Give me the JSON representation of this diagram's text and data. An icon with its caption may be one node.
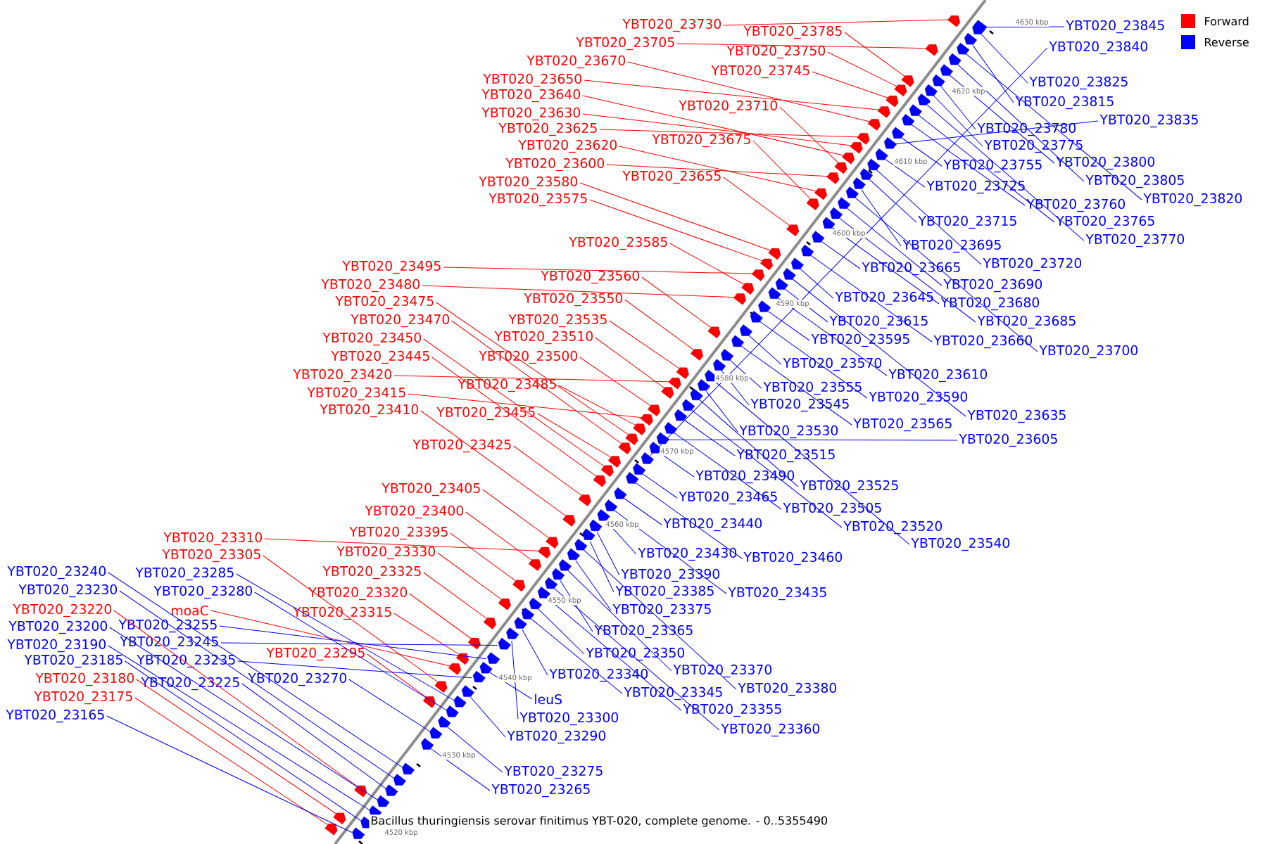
{
  "diagram": {
    "caption": "Bacillus thuringiensis serovar finitimus YBT-020, complete genome. - 0..5355490",
    "nodes": [
      {
        "text": [
          "YBT020_23730"
        ]
      },
      {
        "text": [
          "YBT020_23785"
        ]
      },
      {
        "text": [
          "YBT020_23705"
        ]
      },
      {
        "text": [
          "YBT020_23750"
        ]
      },
      {
        "text": [
          "YBT020_23670"
        ]
      },
      {
        "text": [
          "YBT020_23745"
        ]
      },
      {
        "text": [
          "YBT020_23650"
        ]
      },
      {
        "text": [
          "YBT020_23640"
        ]
      },
      {
        "text": [
          "YBT020_23710"
        ]
      },
      {
        "text": [
          "YBT020_23630"
        ]
      },
      {
        "text": [
          "YBT020_23625"
        ]
      },
      {
        "text": [
          "YBT020_23675"
        ]
      },
      {
        "text": [
          "YBT020_23620"
        ]
      },
      {
        "text": [
          "YBT020_23600"
        ]
      },
      {
        "text": [
          "YBT020_23655"
        ]
      },
      {
        "text": [
          "YBT020_23580"
        ]
      },
      {
        "text": [
          "YBT020_23575"
        ]
      },
      {
        "text": [
          "YBT020_23585"
        ]
      },
      {
        "text": [
          "YBT020_23495"
        ]
      },
      {
        "text": [
          "YBT020_23560"
        ]
      },
      {
        "text": [
          "YBT020_23480"
        ]
      },
      {
        "text": [
          "YBT020_23550"
        ]
      },
      {
        "text": [
          "YBT020_23475"
        ]
      },
      {
        "text": [
          "YBT020_23535"
        ]
      },
      {
        "text": [
          "YBT020_23470"
        ]
      },
      {
        "text": [
          "YBT020_23510"
        ]
      },
      {
        "text": [
          "YBT020_23450"
        ]
      },
      {
        "text": [
          "YBT020_23500"
        ]
      },
      {
        "text": [
          "YBT020_23445"
        ]
      },
      {
        "text": [
          "YBT020_23420"
        ]
      },
      {
        "text": [
          "YBT020_23485"
        ]
      },
      {
        "text": [
          "YBT020_23415"
        ]
      },
      {
        "text": [
          "YBT020_23410"
        ]
      },
      {
        "text": [
          "YBT020_23455"
        ]
      },
      {
        "text": [
          "YBT020_23425"
        ]
      },
      {
        "text": [
          "YBT020_23405"
        ]
      },
      {
        "text": [
          "YBT020_23400"
        ]
      },
      {
        "text": [
          "YBT020_23395"
        ]
      },
      {
        "text": [
          "YBT020_23310"
        ]
      },
      {
        "text": [
          "YBT020_23330"
        ]
      },
      {
        "text": [
          "YBT020_23305"
        ]
      },
      {
        "text": [
          "YBT020_23325"
        ]
      },
      {
        "text": [
          "YBT020_23220"
        ]
      },
      {
        "text": [
          "moaC"
        ]
      },
      {
        "text": [
          "YBT020_23320"
        ]
      },
      {
        "text": [
          "YBT020_23315"
        ]
      },
      {
        "text": [
          "YBT020_23295"
        ]
      },
      {
        "text": [
          "YBT020_23180"
        ]
      },
      {
        "text": [
          "YBT020_23175"
        ]
      },
      {
        "text": [
          "YBT020_23845"
        ]
      },
      {
        "text": [
          "YBT020_23840"
        ]
      },
      {
        "text": [
          "YBT020_23825"
        ]
      },
      {
        "text": [
          "YBT020_23815"
        ]
      },
      {
        "text": [
          "YBT020_23835"
        ]
      },
      {
        "text": [
          "YBT020_23780"
        ]
      },
      {
        "text": [
          "YBT020_23775"
        ]
      },
      {
        "text": [
          "YBT020_23800"
        ]
      },
      {
        "text": [
          "YBT020_23755"
        ]
      },
      {
        "text": [
          "YBT020_23725"
        ]
      },
      {
        "text": [
          "YBT020_23805"
        ]
      },
      {
        "text": [
          "YBT020_23820"
        ]
      },
      {
        "text": [
          "YBT020_23760"
        ]
      },
      {
        "text": [
          "YBT020_23715"
        ]
      },
      {
        "text": [
          "YBT020_23765"
        ]
      },
      {
        "text": [
          "YBT020_23770"
        ]
      },
      {
        "text": [
          "YBT020_23695"
        ]
      },
      {
        "text": [
          "YBT020_23720"
        ]
      },
      {
        "text": [
          "YBT020_23665"
        ]
      },
      {
        "text": [
          "YBT020_23690"
        ]
      },
      {
        "text": [
          "YBT020_23645"
        ]
      },
      {
        "text": [
          "YBT020_23680"
        ]
      },
      {
        "text": [
          "YBT020_23615"
        ]
      },
      {
        "text": [
          "YBT020_23685"
        ]
      },
      {
        "text": [
          "YBT020_23595"
        ]
      },
      {
        "text": [
          "YBT020_23660"
        ]
      },
      {
        "text": [
          "YBT020_23700"
        ]
      },
      {
        "text": [
          "YBT020_23570"
        ]
      },
      {
        "text": [
          "YBT020_23610"
        ]
      },
      {
        "text": [
          "YBT020_23555"
        ]
      },
      {
        "text": [
          "YBT020_23590"
        ]
      },
      {
        "text": [
          "YBT020_23545"
        ]
      },
      {
        "text": [
          "YBT020_23635"
        ]
      },
      {
        "text": [
          "YBT020_23565"
        ]
      },
      {
        "text": [
          "YBT020_23530"
        ]
      },
      {
        "text": [
          "YBT020_23605"
        ]
      },
      {
        "text": [
          "YBT020_23515"
        ]
      },
      {
        "text": [
          "YBT020_23490"
        ]
      },
      {
        "text": [
          "YBT020_23525"
        ]
      },
      {
        "text": [
          "YBT020_23465"
        ]
      },
      {
        "text": [
          "YBT020_23505"
        ]
      },
      {
        "text": [
          "YBT020_23440"
        ]
      },
      {
        "text": [
          "YBT020_23520"
        ]
      },
      {
        "text": [
          "YBT020_23540"
        ]
      },
      {
        "text": [
          "YBT020_23430"
        ]
      },
      {
        "text": [
          "YBT020_23460"
        ]
      },
      {
        "text": [
          "YBT020_23390"
        ]
      },
      {
        "text": [
          "YBT020_23385"
        ]
      },
      {
        "text": [
          "YBT020_23435"
        ]
      },
      {
        "text": [
          "YBT020_23375"
        ]
      },
      {
        "text": [
          "YBT020_23365"
        ]
      },
      {
        "text": [
          "YBT020_23350"
        ]
      },
      {
        "text": [
          "YBT020_23370"
        ]
      },
      {
        "text": [
          "YBT020_23340"
        ]
      },
      {
        "text": [
          "YBT020_23380"
        ]
      },
      {
        "text": [
          "YBT020_23345"
        ]
      },
      {
        "text": [
          "leuS"
        ]
      },
      {
        "text": [
          "YBT020_23355"
        ]
      },
      {
        "text": [
          "YBT020_23300"
        ]
      },
      {
        "text": [
          "YBT020_23360"
        ]
      },
      {
        "text": [
          "YBT020_23290"
        ]
      },
      {
        "text": [
          "YBT020_23275"
        ]
      },
      {
        "text": [
          "YBT020_23265"
        ]
      },
      {
        "text": [
          "YBT020_23240"
        ]
      },
      {
        "text": [
          "YBT020_23230"
        ]
      },
      {
        "text": [
          "YBT020_23285"
        ]
      },
      {
        "text": [
          "YBT020_23280"
        ]
      },
      {
        "text": [
          "YBT020_23200"
        ]
      },
      {
        "text": [
          "YBT020_23255"
        ]
      },
      {
        "text": [
          "YBT020_23190"
        ]
      },
      {
        "text": [
          "YBT020_23245"
        ]
      },
      {
        "text": [
          "YBT020_23185"
        ]
      },
      {
        "text": [
          "YBT020_23235"
        ]
      },
      {
        "text": [
          "YBT020_23225"
        ]
      },
      {
        "text": [
          "YBT020_23270"
        ]
      },
      {
        "text": [
          "YBT020_23165"
        ]
      },
      {
        "text": [],
        "shape": "pentagon"
      },
      {
        "text": [],
        "shape": "pentagon"
      },
      {
        "text": [],
        "shape": "pentagon"
      },
      {
        "text": [],
        "shape": "pentagon"
      },
      {
        "text": [],
        "shape": "pentagon"
      },
      {
        "text": [],
        "shape": "pentagon"
      },
      {
        "text": [],
        "shape": "pentagon"
      },
      {
        "text": [],
        "shape": "pentagon"
      },
      {
        "text": [],
        "shape": "pentagon"
      },
      {
        "text": [],
        "shape": "pentagon"
      },
      {
        "text": [],
        "shape": "pentagon"
      },
      {
        "text": [],
        "shape": "pentagon"
      },
      {
        "text": [],
        "shape": "pentagon"
      },
      {
        "text": [],
        "shape": "pentagon"
      },
      {
        "text": [],
        "shape": "pentagon"
      },
      {
        "text": [],
        "shape": "pentagon"
      },
      {
        "text": [],
        "shape": "pentagon"
      },
      {
        "text": [],
        "shape": "pentagon"
      },
      {
        "text": [],
        "shape": "pentagon"
      },
      {
        "text": [],
        "shape": "pentagon"
      },
      {
        "text": [],
        "shape": "pentagon"
      },
      {
        "text": [],
        "shape": "pentagon"
      },
      {
        "text": [],
        "shape": "pentagon"
      },
      {
        "text": [],
        "shape": "pentagon"
      },
      {
        "text": [],
        "shape": "pentagon"
      },
      {
        "text": [],
        "shape": "pentagon"
      },
      {
        "text": [],
        "shape": "pentagon"
      },
      {
        "text": [],
        "shape": "pentagon"
      },
      {
        "text": [],
        "shape": "pentagon"
      },
      {
        "text": [],
        "shape": "pentagon"
      },
      {
        "text": [],
        "shape": "pentagon"
      },
      {
        "text": [],
        "shape": "pentagon"
      },
      {
        "text": [],
        "shape": "pentagon"
      },
      {
        "text": [],
        "shape": "pentagon"
      },
      {
        "text": [],
        "shape": "pentagon"
      },
      {
        "text": [],
        "shape": "pentagon"
      },
      {
        "text": [],
        "shape": "pentagon"
      },
      {
        "text": [],
        "shape": "pentagon"
      },
      {
        "text": [],
        "shape": "pentagon"
      },
      {
        "text": [],
        "shape": "pentagon"
      },
      {
        "text": [],
        "shape": "pentagon"
      },
      {
        "text": [],
        "shape": "pentagon"
      },
      {
        "text": [],
        "shape": "pentagon"
      },
      {
        "text": [],
        "shape": "pentagon"
      },
      {
        "text": [],
        "shape": "pentagon"
      },
      {
        "text": [],
        "shape": "pentagon"
      },
      {
        "text": [],
        "shape": "pentagon"
      },
      {
        "text": [],
        "shape": "pentagon"
      },
      {
        "text": [],
        "shape": "pentagon"
      },
      {
        "text": [],
        "shape": "pentagon"
      },
      {
        "text": [],
        "shape": "pentagon"
      },
      {
        "text": [],
        "shape": "pentagon"
      },
      {
        "text": [],
        "shape": "pentagon"
      },
      {
        "text": [],
        "shape": "pentagon"
      },
      {
        "text": [],
        "shape": "pentagon"
      },
      {
        "text": [],
        "shape": "pentagon"
      },
      {
        "text": [],
        "shape": "pentagon"
      },
      {
        "text": [],
        "shape": "pentagon"
      },
      {
        "text": [],
        "shape": "pentagon"
      },
      {
        "text": [],
        "shape": "pentagon"
      },
      {
        "text": [],
        "shape": "pentagon"
      },
      {
        "text": [],
        "shape": "pentagon"
      },
      {
        "text": [],
        "shape": "pentagon"
      },
      {
        "text": [],
        "shape": "pentagon"
      },
      {
        "text": [],
        "shape": "pentagon"
      },
      {
        "text": [],
        "shape": "pentagon"
      },
      {
        "text": [],
        "shape": "pentagon"
      },
      {
        "text": [],
        "shape": "pentagon"
      },
      {
        "text": [],
        "shape": "pentagon"
      },
      {
        "text": [],
        "shape": "pentagon"
      },
      {
        "text": [],
        "shape": "pentagon"
      },
      {
        "text": [],
        "shape": "pentagon"
      },
      {
        "text": [],
        "shape": "pentagon"
      },
      {
        "text": [],
        "shape": "pentagon"
      },
      {
        "text": [],
        "shape": "pentagon"
      },
      {
        "text": [],
        "shape": "pentagon"
      },
      {
        "text": [],
        "shape": "pentagon"
      },
      {
        "text": [],
        "shape": "pentagon"
      },
      {
        "text": [],
        "shape": "pentagon"
      },
      {
        "text": [],
        "shape": "pentagon"
      },
      {
        "text": [],
        "shape": "pentagon"
      },
      {
        "text": [],
        "shape": "pentagon"
      },
      {
        "text": [],
        "shape": "pentagon"
      },
      {
        "text": [],
        "shape": "pentagon"
      },
      {
        "text": [],
        "shape": "pentagon"
      },
      {
        "text": [],
        "shape": "pentagon"
      },
      {
        "text": [],
        "shape": "pentagon"
      },
      {
        "text": [],
        "shape": "pentagon"
      },
      {
        "text": [],
        "shape": "pentagon"
      },
      {
        "text": [],
        "shape": "pentagon"
      },
      {
        "text": [],
        "shape": "pentagon"
      },
      {
        "text": [],
        "shape": "pentagon"
      },
      {
        "text": [],
        "shape": "pentagon"
      },
      {
        "text": [],
        "shape": "pentagon"
      },
      {
        "text": [],
        "shape": "pentagon"
      },
      {
        "text": [],
        "shape": "pentagon"
      },
      {
        "text": [],
        "shape": "pentagon"
      },
      {
        "text": [],
        "shape": "pentagon"
      },
      {
        "text": [],
        "shape": "pentagon"
      },
      {
        "text": [],
        "shape": "pentagon"
      },
      {
        "text": [],
        "shape": "pentagon"
      },
      {
        "text": [],
        "shape": "pentagon"
      },
      {
        "text": [],
        "shape": "pentagon"
      },
      {
        "text": [],
        "shape": "pentagon"
      },
      {
        "text": [],
        "shape": "pentagon"
      },
      {
        "text": [],
        "shape": "pentagon"
      },
      {
        "text": [],
        "shape": "pentagon"
      },
      {
        "text": [],
        "shape": "pentagon"
      },
      {
        "text": [],
        "shape": "pentagon"
      },
      {
        "text": [],
        "shape": "pentagon"
      },
      {
        "text": [],
        "shape": "pentagon"
      },
      {
        "text": [],
        "shape": "pentagon"
      },
      {
        "text": [],
        "shape": "pentagon"
      },
      {
        "text": [],
        "shape": "pentagon"
      },
      {
        "text": [],
        "shape": "pentagon"
      },
      {
        "text": [],
        "shape": "pentagon"
      },
      {
        "text": [],
        "shape": "pentagon"
      },
      {
        "text": [],
        "shape": "pentagon"
      },
      {
        "text": [],
        "shape": "pentagon"
      },
      {
        "text": [],
        "shape": "pentagon"
      },
      {
        "text": [],
        "shape": "pentagon"
      },
      {
        "text": [],
        "shape": "pentagon"
      },
      {
        "text": [],
        "shape": "pentagon"
      },
      {
        "text": [],
        "shape": "pentagon"
      },
      {
        "text": [],
        "shape": "pentagon"
      }
    ],
    "edges": [
      {
        "from": 0,
        "to": 125,
        "arrow": "none",
        "color": "#ff0000"
      },
      {
        "from": 1,
        "to": 126,
        "arrow": "none",
        "color": "#ff0000"
      },
      {
        "from": 2,
        "to": 127,
        "arrow": "none",
        "color": "#ff0000"
      },
      {
        "from": 3,
        "to": 128,
        "arrow": "none",
        "color": "#ff0000"
      },
      {
        "from": 4,
        "to": 129,
        "arrow": "none",
        "color": "#ff0000"
      },
      {
        "from": 5,
        "to": 130,
        "arrow": "none",
        "color": "#ff0000"
      },
      {
        "from": 6,
        "to": 131,
        "arrow": "none",
        "color": "#ff0000"
      },
      {
        "from": 7,
        "to": 132,
        "arrow": "none",
        "color": "#ff0000"
      },
      {
        "from": 8,
        "to": 133,
        "arrow": "none",
        "color": "#ff0000"
      },
      {
        "from": 9,
        "to": 134,
        "arrow": "none",
        "color": "#ff0000"
      },
      {
        "from": 10,
        "to": 135,
        "arrow": "none",
        "color": "#ff0000"
      },
      {
        "from": 11,
        "to": 136,
        "arrow": "none",
        "color": "#ff0000"
      },
      {
        "from": 12,
        "to": 137,
        "arrow": "none",
        "color": "#ff0000"
      },
      {
        "from": 13,
        "to": 138,
        "arrow": "none",
        "color": "#ff0000"
      },
      {
        "from": 14,
        "to": 139,
        "arrow": "none",
        "color": "#ff0000"
      },
      {
        "from": 15,
        "to": 140,
        "arrow": "none",
        "color": "#ff0000"
      },
      {
        "from": 16,
        "to": 141,
        "arrow": "none",
        "color": "#ff0000"
      },
      {
        "from": 17,
        "to": 142,
        "arrow": "none",
        "color": "#ff0000"
      },
      {
        "from": 18,
        "to": 143,
        "arrow": "none",
        "color": "#ff0000"
      },
      {
        "from": 19,
        "to": 144,
        "arrow": "none",
        "color": "#ff0000"
      },
      {
        "from": 20,
        "to": 145,
        "arrow": "none",
        "color": "#ff0000"
      },
      {
        "from": 21,
        "to": 146,
        "arrow": "none",
        "color": "#ff0000"
      },
      {
        "from": 22,
        "to": 147,
        "arrow": "none",
        "color": "#ff0000"
      },
      {
        "from": 23,
        "to": 148,
        "arrow": "none",
        "color": "#ff0000"
      },
      {
        "from": 24,
        "to": 149,
        "arrow": "none",
        "color": "#ff0000"
      },
      {
        "from": 25,
        "to": 150,
        "arrow": "none",
        "color": "#ff0000"
      },
      {
        "from": 26,
        "to": 151,
        "arrow": "none",
        "color": "#ff0000"
      },
      {
        "from": 27,
        "to": 152,
        "arrow": "none",
        "color": "#ff0000"
      },
      {
        "from": 28,
        "to": 153,
        "arrow": "none",
        "color": "#ff0000"
      },
      {
        "from": 29,
        "to": 154,
        "arrow": "none",
        "color": "#ff0000"
      },
      {
        "from": 30,
        "to": 155,
        "arrow": "none",
        "color": "#ff0000"
      },
      {
        "from": 31,
        "to": 156,
        "arrow": "none",
        "color": "#ff0000"
      },
      {
        "from": 32,
        "to": 157,
        "arrow": "none",
        "color": "#ff0000"
      },
      {
        "from": 33,
        "to": 158,
        "arrow": "none",
        "color": "#ff0000"
      },
      {
        "from": 34,
        "to": 159,
        "arrow": "none",
        "color": "#ff0000"
      },
      {
        "from": 35,
        "to": 160,
        "arrow": "none",
        "color": "#ff0000"
      },
      {
        "from": 36,
        "to": 161,
        "arrow": "none",
        "color": "#ff0000"
      },
      {
        "from": 37,
        "to": 162,
        "arrow": "none",
        "color": "#ff0000"
      },
      {
        "from": 38,
        "to": 163,
        "arrow": "none",
        "color": "#ff0000"
      },
      {
        "from": 39,
        "to": 164,
        "arrow": "none",
        "color": "#ff0000"
      },
      {
        "from": 40,
        "to": 165,
        "arrow": "none",
        "color": "#ff0000"
      },
      {
        "from": 41,
        "to": 166,
        "arrow": "none",
        "color": "#ff0000"
      },
      {
        "from": 42,
        "to": 167,
        "arrow": "none",
        "color": "#ff0000"
      },
      {
        "from": 43,
        "to": 168,
        "arrow": "none",
        "color": "#ff0000"
      },
      {
        "from": 44,
        "to": 169,
        "arrow": "none",
        "color": "#ff0000"
      },
      {
        "from": 45,
        "to": 170,
        "arrow": "none",
        "color": "#ff0000"
      },
      {
        "from": 46,
        "to": 171,
        "arrow": "none",
        "color": "#ff0000"
      },
      {
        "from": 47,
        "to": 172,
        "arrow": "none",
        "color": "#ff0000"
      },
      {
        "from": 48,
        "to": 173,
        "arrow": "none",
        "color": "#ff0000"
      },
      {
        "from": 49,
        "to": 174,
        "arrow": "none"
      },
      {
        "from": 50,
        "to": 175,
        "arrow": "none"
      },
      {
        "from": 51,
        "to": 176,
        "arrow": "none"
      },
      {
        "from": 52,
        "to": 177,
        "arrow": "none"
      },
      {
        "from": 53,
        "to": 178,
        "arrow": "none"
      },
      {
        "from": 54,
        "to": 179,
        "arrow": "none"
      },
      {
        "from": 55,
        "to": 180,
        "arrow": "none"
      },
      {
        "from": 56,
        "to": 181,
        "arrow": "none"
      },
      {
        "from": 57,
        "to": 182,
        "arrow": "none"
      },
      {
        "from": 58,
        "to": 183,
        "arrow": "none"
      },
      {
        "from": 59,
        "to": 184,
        "arrow": "none"
      },
      {
        "from": 60,
        "to": 185,
        "arrow": "none"
      },
      {
        "from": 61,
        "to": 186,
        "arrow": "none"
      },
      {
        "from": 62,
        "to": 187,
        "arrow": "none"
      },
      {
        "from": 63,
        "to": 188,
        "arrow": "none"
      },
      {
        "from": 64,
        "to": 189,
        "arrow": "none"
      },
      {
        "from": 65,
        "to": 190,
        "arrow": "none"
      },
      {
        "from": 66,
        "to": 191,
        "arrow": "none"
      },
      {
        "from": 67,
        "to": 192,
        "arrow": "none"
      },
      {
        "from": 68,
        "to": 193,
        "arrow": "none"
      },
      {
        "from": 69,
        "to": 194,
        "arrow": "none"
      },
      {
        "from": 70,
        "to": 195,
        "arrow": "none"
      },
      {
        "from": 71,
        "to": 196,
        "arrow": "none"
      },
      {
        "from": 72,
        "to": 197,
        "arrow": "none"
      },
      {
        "from": 73,
        "to": 198,
        "arrow": "none"
      },
      {
        "from": 74,
        "to": 199,
        "arrow": "none"
      },
      {
        "from": 75,
        "to": 200,
        "arrow": "none"
      },
      {
        "from": 76,
        "to": 201,
        "arrow": "none"
      },
      {
        "from": 77,
        "to": 202,
        "arrow": "none"
      },
      {
        "from": 78,
        "to": 203,
        "arrow": "none"
      },
      {
        "from": 79,
        "to": 204,
        "arrow": "none"
      },
      {
        "from": 80,
        "to": 205,
        "arrow": "none"
      },
      {
        "from": 81,
        "to": 206,
        "arrow": "none"
      },
      {
        "from": 82,
        "to": 207,
        "arrow": "none"
      },
      {
        "from": 83,
        "to": 208,
        "arrow": "none"
      },
      {
        "from": 84,
        "to": 209,
        "arrow": "none"
      },
      {
        "from": 85,
        "to": 210,
        "arrow": "none"
      },
      {
        "from": 86,
        "to": 211,
        "arrow": "none"
      },
      {
        "from": 87,
        "to": 212,
        "arrow": "none"
      },
      {
        "from": 88,
        "to": 213,
        "arrow": "none"
      },
      {
        "from": 89,
        "to": 214,
        "arrow": "none"
      },
      {
        "from": 90,
        "to": 215,
        "arrow": "none"
      },
      {
        "from": 91,
        "to": 216,
        "arrow": "none"
      },
      {
        "from": 92,
        "to": 217,
        "arrow": "none"
      },
      {
        "from": 93,
        "to": 218,
        "arrow": "none"
      },
      {
        "from": 94,
        "to": 219,
        "arrow": "none"
      },
      {
        "from": 95,
        "to": 220,
        "arrow": "none"
      },
      {
        "from": 96,
        "to": 221,
        "arrow": "none"
      },
      {
        "from": 97,
        "to": 222,
        "arrow": "none"
      },
      {
        "from": 98,
        "to": 223,
        "arrow": "none"
      },
      {
        "from": 99,
        "to": 224,
        "arrow": "none"
      },
      {
        "from": 100,
        "to": 225,
        "arrow": "none"
      },
      {
        "from": 101,
        "to": 226,
        "arrow": "none"
      },
      {
        "from": 102,
        "to": 227,
        "arrow": "none"
      },
      {
        "from": 103,
        "to": 228,
        "arrow": "none"
      },
      {
        "from": 104,
        "to": 229,
        "arrow": "none"
      },
      {
        "from": 105,
        "to": 230,
        "arrow": "none"
      },
      {
        "from": 106,
        "to": 231,
        "arrow": "none"
      },
      {
        "from": 107,
        "to": 232,
        "arrow": "none"
      },
      {
        "from": 108,
        "to": 233,
        "arrow": "none"
      },
      {
        "from": 109,
        "to": 234,
        "arrow": "none"
      },
      {
        "from": 110,
        "to": 235,
        "arrow": "none"
      },
      {
        "from": 111,
        "to": 236,
        "arrow": "none"
      },
      {
        "from": 112,
        "to": 237,
        "arrow": "none"
      },
      {
        "from": 113,
        "to": 238,
        "arrow": "none"
      },
      {
        "from": 114,
        "to": 239,
        "arrow": "none"
      },
      {
        "from": 115,
        "to": 240,
        "arrow": "none"
      },
      {
        "from": 116,
        "to": 241,
        "arrow": "none"
      },
      {
        "from": 117,
        "to": 242,
        "arrow": "none"
      },
      {
        "from": 118,
        "to": 243,
        "arrow": "none"
      },
      {
        "from": 119,
        "to": 244,
        "arrow": "none"
      },
      {
        "from": 120,
        "to": 245,
        "arrow": "none"
      },
      {
        "from": 121,
        "to": 246,
        "arrow": "none"
      },
      {
        "from": 122,
        "to": 247,
        "arrow": "none"
      },
      {
        "from": 123,
        "to": 248,
        "arrow": "none"
      },
      {
        "from": 124,
        "to": 249,
        "arrow": "none"
      }
    ],
    "labels": [
      "4630 kbp",
      "4620 kbp",
      "4610 kbp",
      "4600 kbp",
      "4590 kbp",
      "4580 kbp",
      "4570 kbp",
      "4560 kbp",
      "4550 kbp",
      "4540 kbp",
      "4530 kbp",
      "4520 kbp"
    ],
    "legend": [
      {
        "text": "Forward",
        "color": "#ff0000"
      },
      {
        "text": "Reverse",
        "color": "#0000ff"
      }
    ]
  }
}
